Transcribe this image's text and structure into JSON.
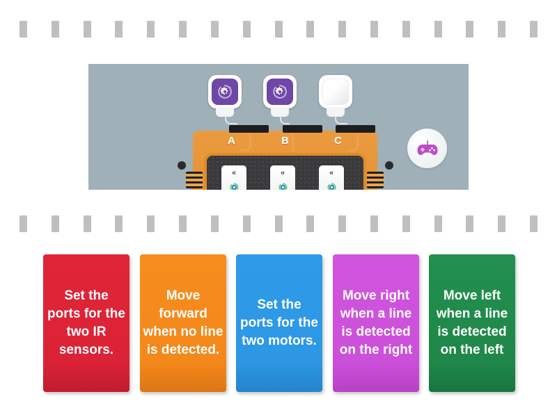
{
  "activity": {
    "type": "rank-order",
    "dash_count_top": 17,
    "dash_count_bottom": 17
  },
  "image_panel": {
    "alt": "Robot controller brick with motor and sensor icons connected to ports",
    "background_color": "#9fb0b9",
    "ports": [
      {
        "label": "A",
        "device": "motor-icon"
      },
      {
        "label": "B",
        "device": "motor-icon"
      },
      {
        "label": "C",
        "device": "empty-tile-icon"
      }
    ],
    "badge": {
      "icon": "gamepad-icon",
      "color": "#bd4bc8"
    },
    "mini_cards": [
      {
        "chevron": "«",
        "icon": "gear-icon"
      },
      {
        "chevron": "«",
        "icon": "gear-icon"
      },
      {
        "chevron": "«",
        "icon": "gear-icon"
      }
    ]
  },
  "cards": [
    {
      "text": "Set the ports for the two IR sensors.",
      "color": "#e02538",
      "color_name": "red"
    },
    {
      "text": "Move forward when no line is detected.",
      "color": "#f78c1e",
      "color_name": "orange"
    },
    {
      "text": "Set the ports for the two motors.",
      "color": "#2e9be8",
      "color_name": "blue"
    },
    {
      "text": "Move right when a line is detected on the right",
      "color": "#d155de",
      "color_name": "magenta"
    },
    {
      "text": "Move left when a line is detected on the left",
      "color": "#22904e",
      "color_name": "green"
    }
  ],
  "colors": {
    "dash": "#bfbfbf",
    "page_background": "#ffffff",
    "brick_orange": "#e89a37",
    "brick_panel_dark": "#3a3a3c",
    "tile_purple": "#6f47a6"
  }
}
